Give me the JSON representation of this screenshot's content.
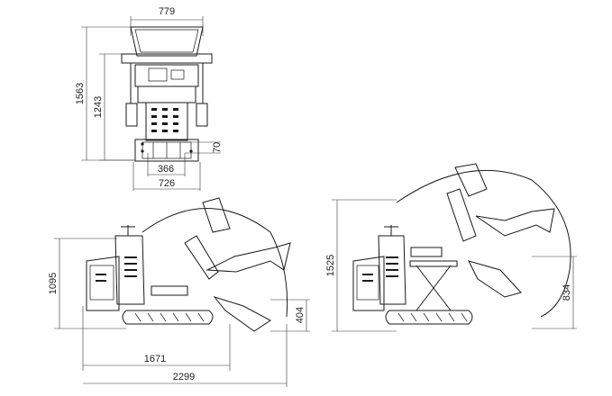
{
  "dimensions": {
    "top_width": "779",
    "top_height_total": "1563",
    "top_height_inner": "1243",
    "top_side_offset": "70",
    "top_track_inner": "366",
    "top_track_outer": "726",
    "left_height": "1095",
    "left_bucket_height": "404",
    "left_length_inner": "1671",
    "left_length_total": "2299",
    "right_height": "1525",
    "right_reach_height": "834"
  }
}
